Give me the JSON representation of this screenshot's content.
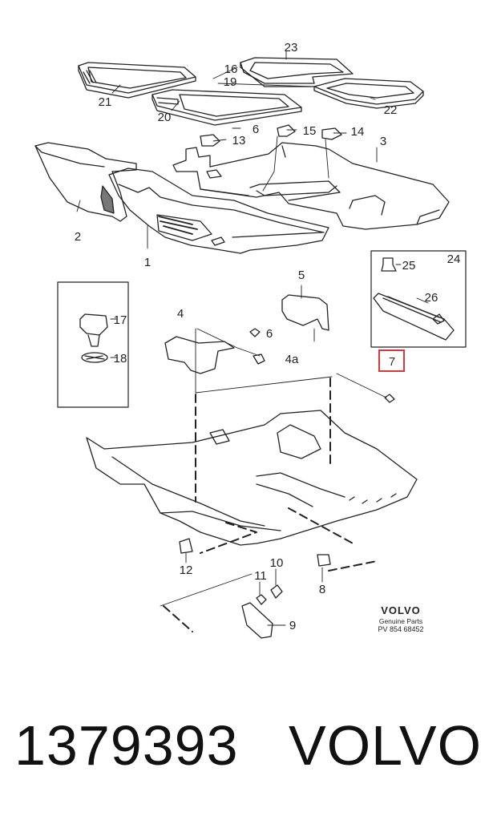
{
  "diagram": {
    "callouts": {
      "c23": "23",
      "c16": "16",
      "c19": "19",
      "c21": "21",
      "c20": "20",
      "c22": "22",
      "c6a": "6",
      "c13": "13",
      "c15": "15",
      "c14": "14",
      "c3": "3",
      "c2": "2",
      "c1": "1",
      "c24": "24",
      "c25": "25",
      "c26": "26",
      "c5": "5",
      "c4": "4",
      "c6b": "6",
      "c4a": "4a",
      "c17": "17",
      "c18": "18",
      "c7": "7",
      "c12": "12",
      "c11": "11",
      "c10": "10",
      "c8": "8",
      "c9": "9"
    },
    "highlighted_callout": "7",
    "highlight_color": "#e0343c",
    "brand_logo": "VOLVO",
    "brand_line1": "Genuine Parts",
    "brand_line2": "PV 854 68452"
  },
  "footer": {
    "part_number": "1379393",
    "brand": "VOLVO"
  }
}
